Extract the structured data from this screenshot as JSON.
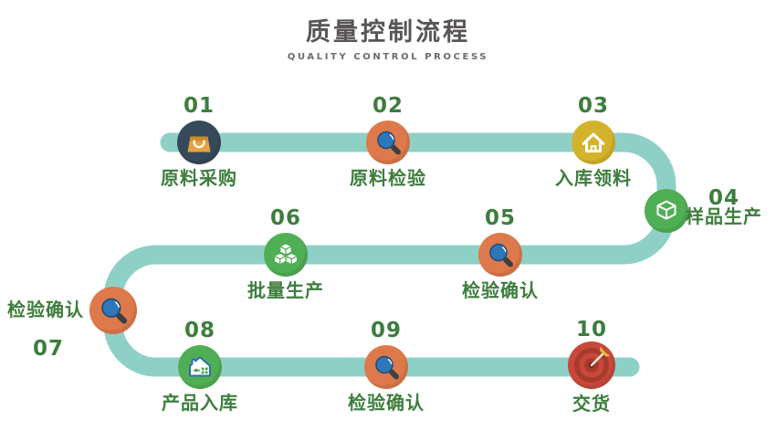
{
  "header": {
    "title": "质量控制流程",
    "subtitle": "QUALITY  CONTROL  PROCESS"
  },
  "steps": [
    {
      "number": "01",
      "label": "原料采购",
      "icon": "shopping-bag-icon",
      "circle_color": "#36495A"
    },
    {
      "number": "02",
      "label": "原料检验",
      "icon": "magnifier-icon",
      "circle_color": "#DE794B"
    },
    {
      "number": "03",
      "label": "入库领料",
      "icon": "house-icon",
      "circle_color": "#D3B32B"
    },
    {
      "number": "04",
      "label": "样品生产",
      "icon": "cube-icon",
      "circle_color": "#50AF55"
    },
    {
      "number": "05",
      "label": "检验确认",
      "icon": "magnifier-icon",
      "circle_color": "#DE794B"
    },
    {
      "number": "06",
      "label": "批量生产",
      "icon": "cubes-icon",
      "circle_color": "#50AF55"
    },
    {
      "number": "07",
      "label": "检验确认",
      "icon": "magnifier-icon",
      "circle_color": "#DE794B"
    },
    {
      "number": "08",
      "label": "产品入库",
      "icon": "warehouse-icon",
      "circle_color": "#50AF55"
    },
    {
      "number": "09",
      "label": "检验确认",
      "icon": "magnifier-icon",
      "circle_color": "#DE794B"
    },
    {
      "number": "10",
      "label": "交货",
      "icon": "target-icon",
      "circle_color": "#C8493B"
    }
  ],
  "colors": {
    "path_teal": "#8FD0C6",
    "step_text_green": "#3D7D3D",
    "title_gray": "#595556",
    "subtitle_gray": "#6E6A6A"
  }
}
